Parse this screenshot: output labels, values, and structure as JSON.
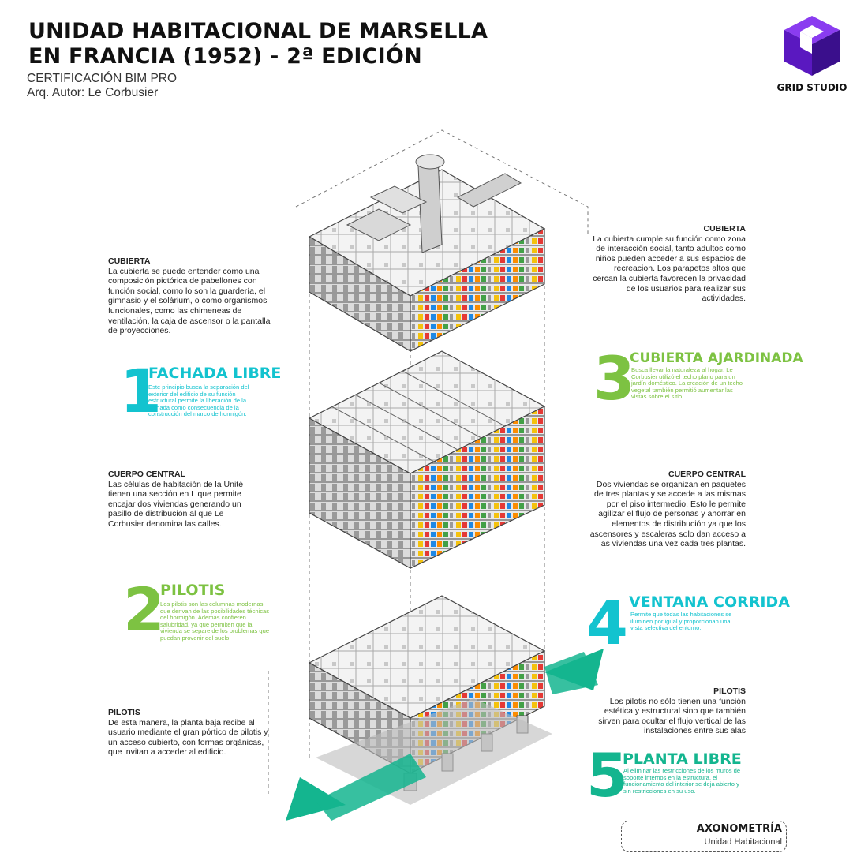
{
  "header": {
    "title_line1": "UNIDAD HABITACIONAL DE MARSELLA",
    "title_line2": "EN FRANCIA (1952) - 2ª EDICIÓN",
    "subtitle_line1": "CERTIFICACIÓN BIM PRO",
    "subtitle_line2": "Arq. Autor: Le Corbusier"
  },
  "brand": {
    "name": "GRID STUDIO",
    "color_dark": "#3a0f8c",
    "color_mid": "#6a1fd8",
    "color_light": "#8a3cf0"
  },
  "colors": {
    "cyan": "#13c3cf",
    "green": "#7dc242",
    "teal": "#14b58f"
  },
  "notes": {
    "cubierta_left": {
      "heading": "CUBIERTA",
      "text": "La cubierta se puede entender como una composición pictórica de pabellones con función social, como lo son la guardería, el gimnasio y el solárium, o como organismos funcionales, como las chimeneas de ventilación, la caja de ascensor o la pantalla de proyecciones."
    },
    "cubierta_right": {
      "heading": "CUBIERTA",
      "text": "La cubierta cumple su función como zona de interacción social, tanto adultos como niños pueden acceder a sus espacios de recreacion. Los parapetos altos que cercan la cubierta favorecen la privacidad de los usuarios para realizar sus actividades."
    },
    "cuerpo_left": {
      "heading": "CUERPO CENTRAL",
      "text": "Las células de habitación de la Unité tienen una sección en L que permite encajar dos viviendas generando un pasillo de distribución al que Le Corbusier denomina las calles."
    },
    "cuerpo_right": {
      "heading": "CUERPO CENTRAL",
      "text": "Dos viviendas se organizan en paquetes de tres plantas y se accede a las mismas por el piso intermedio. Esto le permite agilizar el flujo de personas y ahorrar en elementos de distribución ya que los ascensores y escaleras solo dan acceso a las viviendas una vez cada tres plantas."
    },
    "pilotis_left": {
      "heading": "PILOTIS",
      "text": "De esta manera, la planta baja recibe al usuario mediante el gran pórtico de pilotis y un acceso cubierto, con formas orgánicas, que invitan a acceder al edificio."
    },
    "pilotis_right": {
      "heading": "PILOTIS",
      "text": "Los pilotis no sólo tienen una función estética y estructural sino que también sirven para ocultar el flujo vertical de las instalaciones entre sus alas"
    }
  },
  "principles": [
    {
      "number": "1",
      "title": "FACHADA LIBRE",
      "color": "#13c3cf",
      "text": "Este principio busca la separación del exterior del edificio de su función estructural permite la liberación de la fachada como consecuencia de la construcción del marco de hormigón."
    },
    {
      "number": "2",
      "title": "PILOTIS",
      "color": "#7dc242",
      "text": "Los pilotis son las columnas modernas, que derivan de las posibilidades técnicas del hormigón. Además confieren salubridad, ya que permiten que la vivienda se separe de los problemas que puedan provenir del suelo."
    },
    {
      "number": "3",
      "title": "CUBIERTA AJARDINADA",
      "color": "#7dc242",
      "text": "Busca llevar la naturaleza al hogar. Le Corbusier utilizó el techo plano para un jardín doméstico. La creación de un techo vegetal también permitió aumentar las vistas sobre el sitio."
    },
    {
      "number": "4",
      "title": "VENTANA CORRIDA",
      "color": "#13c3cf",
      "text": "Permite que todas las habitaciones se iluminen por igual y proporcionan una vista selectiva del entorno."
    },
    {
      "number": "5",
      "title": "PLANTA LIBRE",
      "color": "#14b58f",
      "text": "Al eliminar las restricciones de los muros de soporte internos en la estructura, el funcionamiento del interior se deja abierto y sin restricciones en su uso."
    }
  ],
  "footer": {
    "title": "AXONOMETRÍA",
    "subtitle": "Unidad Habitacional"
  }
}
